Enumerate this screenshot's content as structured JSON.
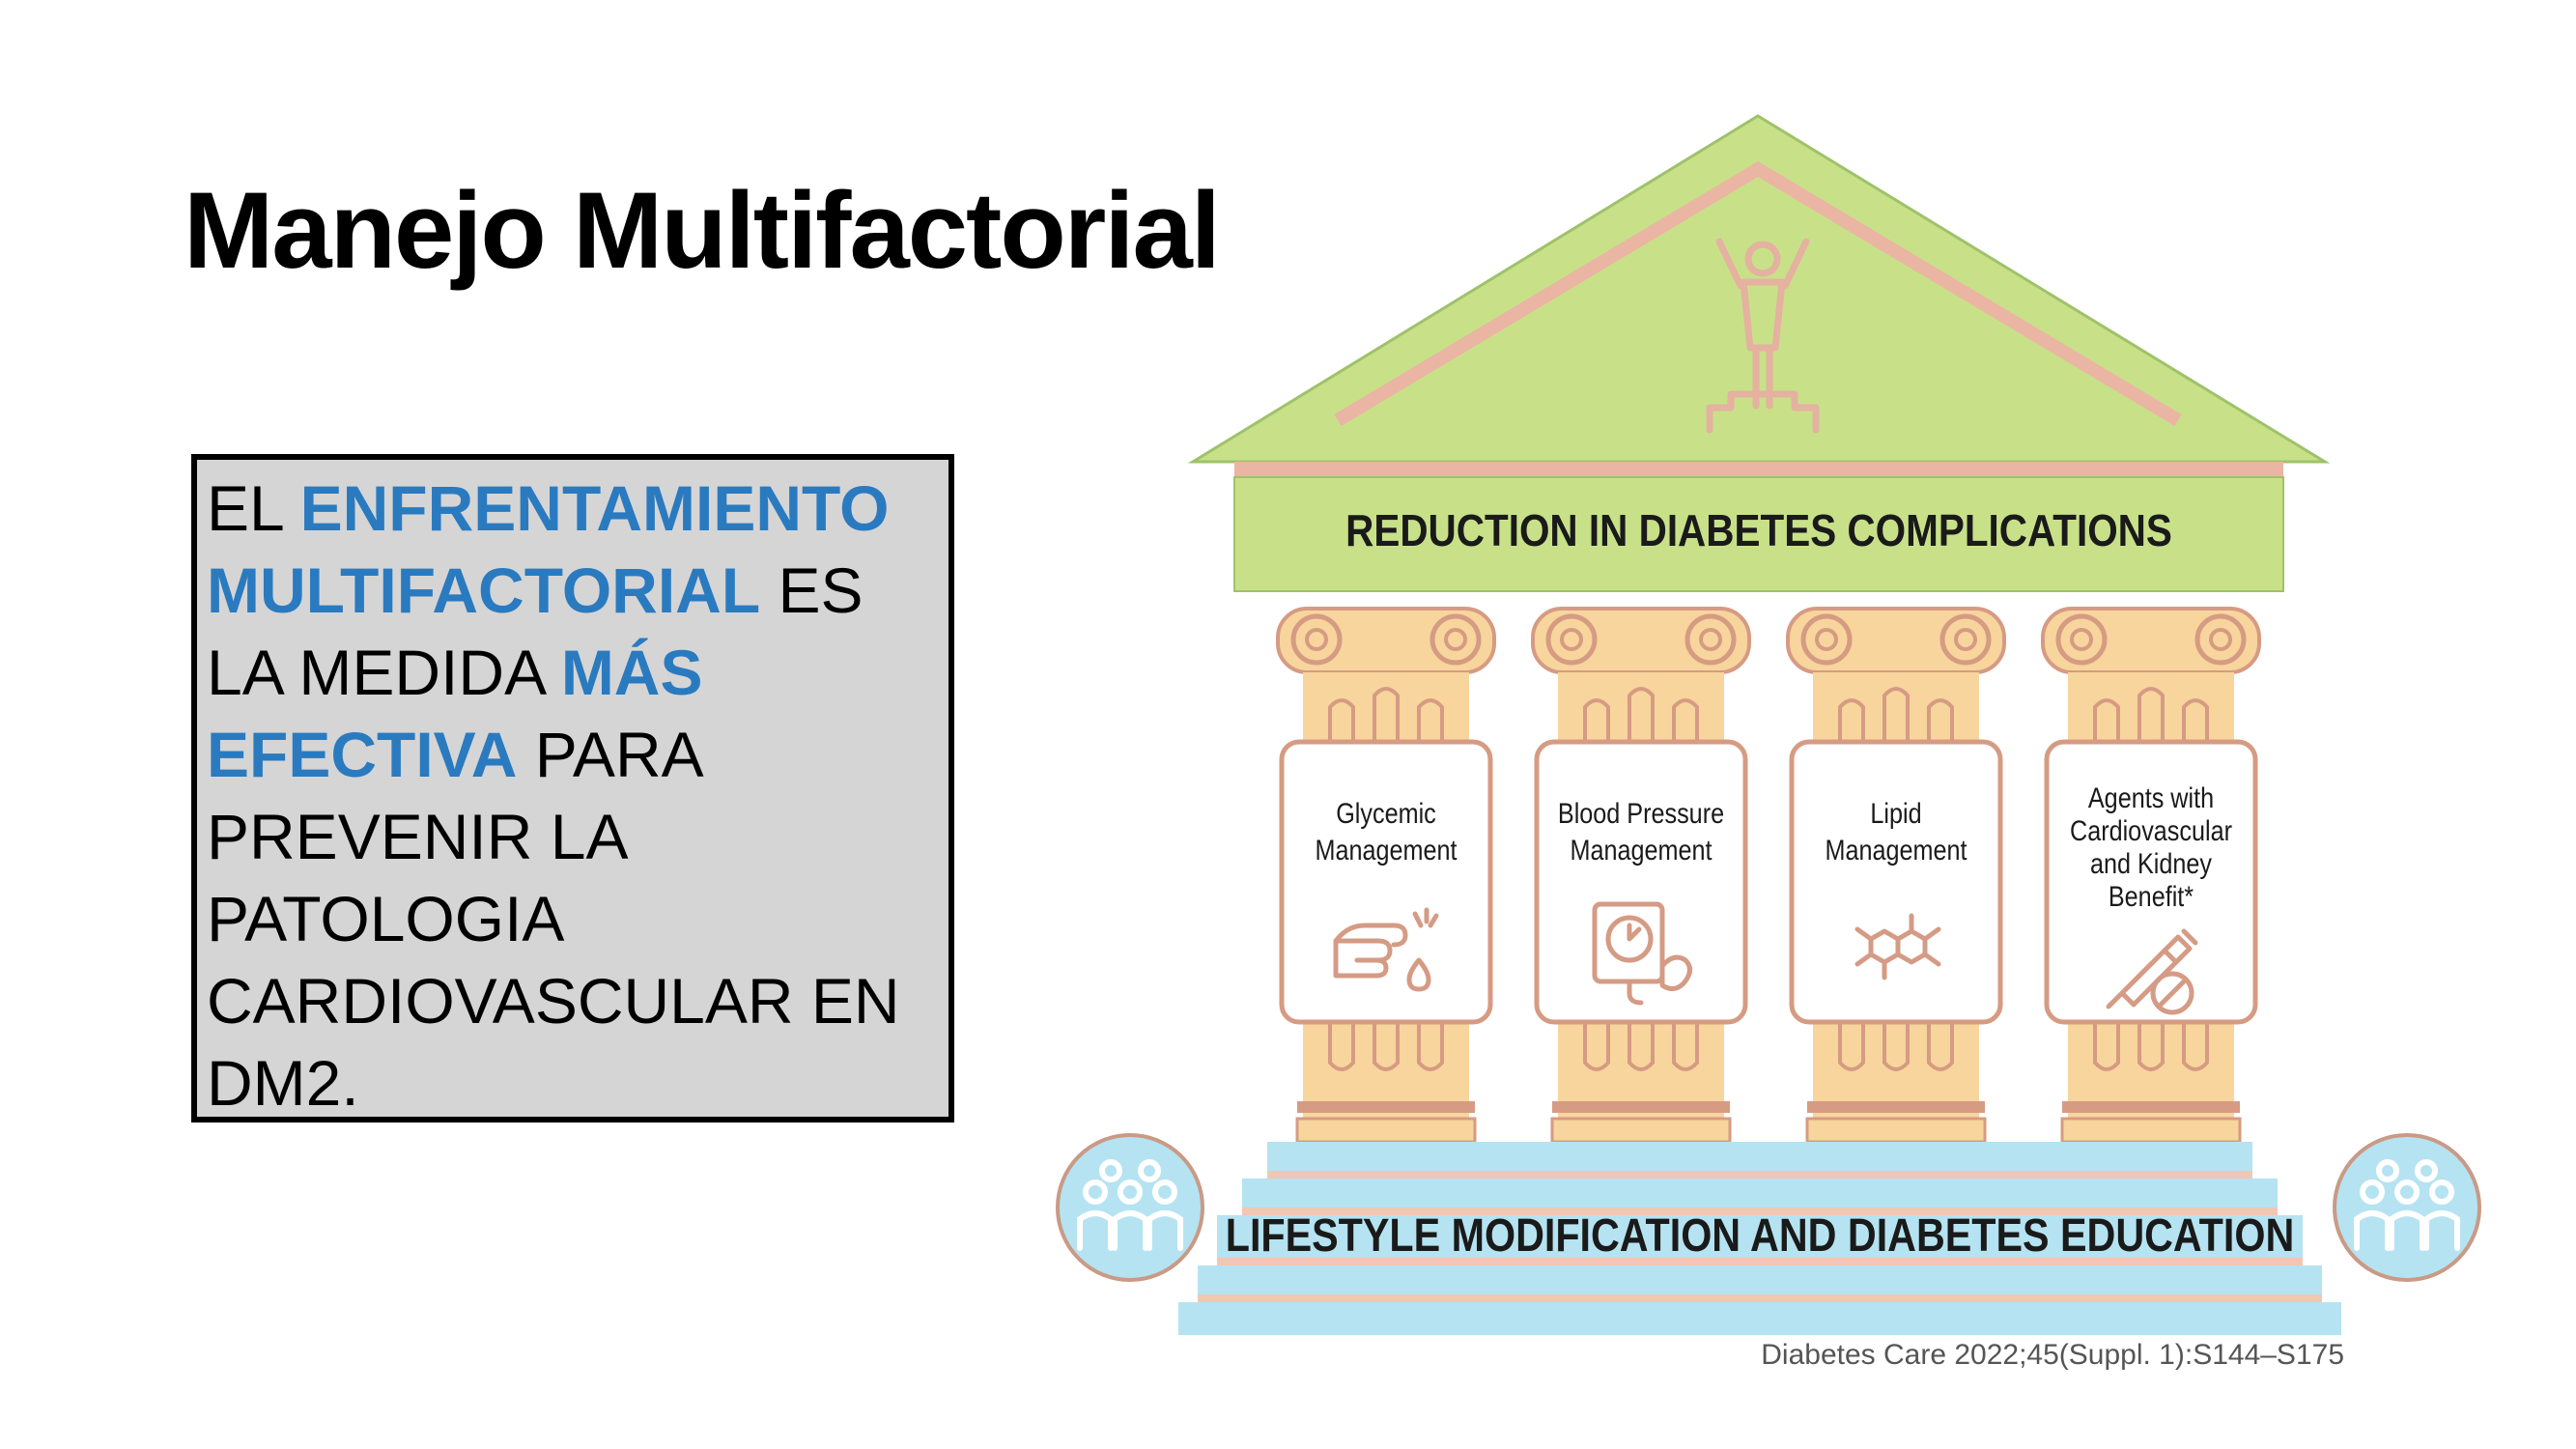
{
  "slide": {
    "title": "Manejo Multifactorial"
  },
  "callout": {
    "segments": [
      {
        "text": "EL ",
        "highlight": false
      },
      {
        "text": "ENFRENTAMIENTO MULTIFACTORIAL",
        "highlight": true
      },
      {
        "text": " ES LA MEDIDA ",
        "highlight": false
      },
      {
        "text": "MÁS EFECTIVA",
        "highlight": true
      },
      {
        "text": " PARA PREVENIR LA PATOLOGIA CARDIOVASCULAR EN DM2.",
        "highlight": false
      }
    ],
    "highlight_color": "#2a7ac0",
    "background_color": "#d5d5d5"
  },
  "diagram": {
    "roof_label": "REDUCTION IN DIABETES COMPLICATIONS",
    "base_label": "LIFESTYLE MODIFICATION AND DIABETES EDUCATION",
    "roof_icon": "person-celebrating-on-podium-icon",
    "side_icon": "people-group-icon",
    "pillars": [
      {
        "lines": [
          "Glycemic",
          "Management"
        ],
        "icon": "finger-prick-blood-drop-icon"
      },
      {
        "lines": [
          "Blood Pressure",
          "Management"
        ],
        "icon": "blood-pressure-monitor-icon"
      },
      {
        "lines": [
          "Lipid",
          "Management"
        ],
        "icon": "molecule-icon"
      },
      {
        "lines": [
          "Agents with",
          "Cardiovascular",
          "and Kidney",
          "Benefit*"
        ],
        "icon": "injection-pen-and-pill-icon"
      }
    ],
    "colors": {
      "roof": "#c8e189",
      "roof_edge": "#9ec26a",
      "roof_stripe": "#eab5a3",
      "pillar": "#f7d59d",
      "pillar_outline": "#d69b83",
      "steps": "#b5e3f1",
      "step_stripe": "#f2c6b3",
      "icon": "#d59b85"
    }
  },
  "citation": "Diabetes Care 2022;45(Suppl. 1):S144–S175"
}
